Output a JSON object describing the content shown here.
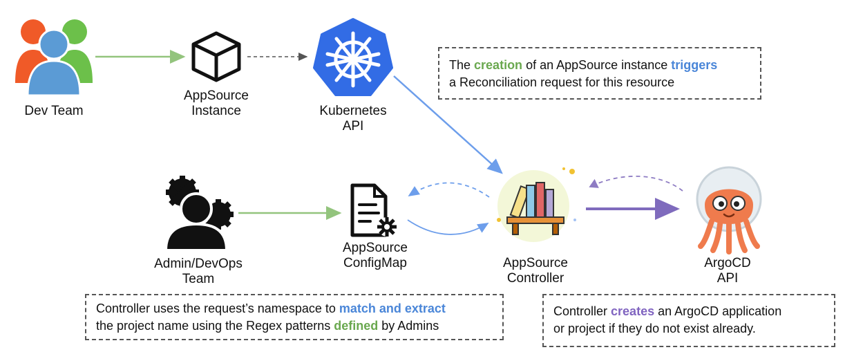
{
  "nodes": {
    "dev_team": {
      "label": "Dev Team"
    },
    "appsource_instance": {
      "line1": "AppSource",
      "line2": "Instance"
    },
    "kubernetes_api": {
      "line1": "Kubernetes",
      "line2": "API"
    },
    "admin_team": {
      "line1": "Admin/DevOps",
      "line2": "Team"
    },
    "appsource_configmap": {
      "line1": "AppSource",
      "line2": "ConfigMap"
    },
    "appsource_controller": {
      "line1": "AppSource",
      "line2": "Controller"
    },
    "argocd_api": {
      "line1": "ArgoCD",
      "line2": "API"
    }
  },
  "notes": {
    "reconcile": {
      "p1": "The ",
      "w1": "creation",
      "p2": " of an AppSource instance ",
      "w2": "triggers",
      "line2": "a Reconciliation request for this resource"
    },
    "match": {
      "p1": "Controller uses the request’s namespace to ",
      "w1": "match and extract",
      "p2": "the project name using the Regex patterns ",
      "w2": "defined",
      "p3": " by Admins"
    },
    "creates": {
      "p1": "Controller ",
      "w1": "creates",
      "p2": " an ArgoCD application",
      "line2": "or project if they do not exist already."
    }
  },
  "colors": {
    "green_arrow": "#93c47d",
    "blue_arrow": "#6d9eeb",
    "purple_arrow": "#8e7cc3",
    "kubernetes_blue": "#326ce5",
    "dev_orange": "#f05a28",
    "dev_green": "#6cc04a",
    "dev_blue": "#5b9bd5",
    "argo_orange": "#ef7b4d"
  },
  "icons": [
    "people-icon",
    "cube-icon",
    "kubernetes-icon",
    "gear-people-icon",
    "document-gear-icon",
    "bookshelf-icon",
    "argo-octopus-icon"
  ]
}
